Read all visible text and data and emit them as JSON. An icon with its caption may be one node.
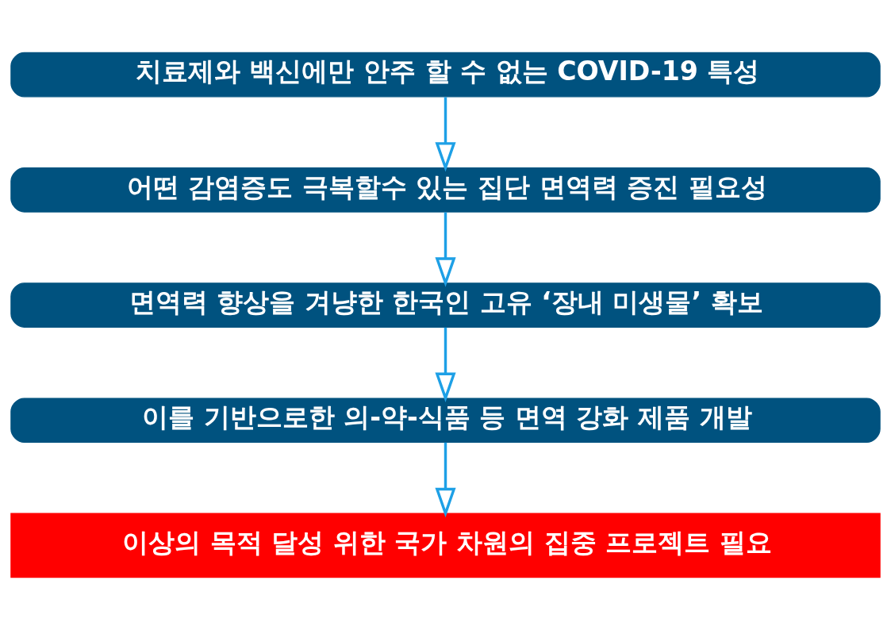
{
  "diagram": {
    "nodes": [
      {
        "text": [
          "치료제와 백신에만 안주 할 수 없는 COVID-19 특성"
        ]
      },
      {
        "text": [
          "어떤 감염증도 극복할수 있는 집단 면역력 증진 필요성"
        ]
      },
      {
        "text": [
          "면역력 향상을 겨냥한 한국인 고유 ‘장내 미생물’ 확보"
        ]
      },
      {
        "text": [
          "이를 기반으로한 의-약-식품 등 면역 강화 제품 개발"
        ]
      },
      {
        "text": [
          "이상의 목적 달성 위한 국가 차원의 집중 프로젝트 필요"
        ]
      }
    ],
    "edges": [
      {
        "from": 0,
        "to": 1,
        "arrow": "to"
      },
      {
        "from": 1,
        "to": 2,
        "arrow": "to"
      },
      {
        "from": 2,
        "to": 3,
        "arrow": "to"
      },
      {
        "from": 3,
        "to": 4,
        "arrow": "to"
      }
    ]
  }
}
